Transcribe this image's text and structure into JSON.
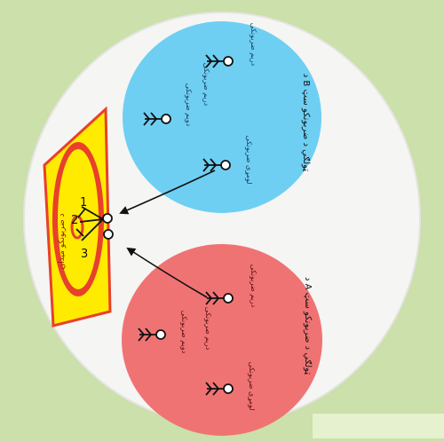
{
  "colors": {
    "background": "#cbe0aa",
    "background_corner": "#e6f1cf",
    "plate": "#f5f5f3",
    "team_b_fill": "#6ecff3",
    "team_a_fill": "#f07374",
    "field_fill": "#ffeb00",
    "field_border": "#e8402b",
    "ring_outer": "#e8402b",
    "ring_inner": "#ffeb00",
    "player_stroke": "#111111"
  },
  "team_b": {
    "title": "د B ټولګي د ضربونکو سټ",
    "player_top": "دریم ضربونکی",
    "player_middle": "دویم ضربونکی",
    "player_bottom": "لومړی ضربونکی"
  },
  "team_a": {
    "title": "د A ټولګي د ضربونکو سټ",
    "player_top": "دریم ضربونکی",
    "player_middle": "دویم ضربونکی",
    "player_bottom": "لومړی ضربونکی"
  },
  "field": {
    "label": "د ضربونکو میدان",
    "number_1": "1",
    "number_2": "2",
    "number_3": "3"
  },
  "icons": {
    "player": "stick-figure-icon",
    "arrow": "arrow-icon"
  }
}
